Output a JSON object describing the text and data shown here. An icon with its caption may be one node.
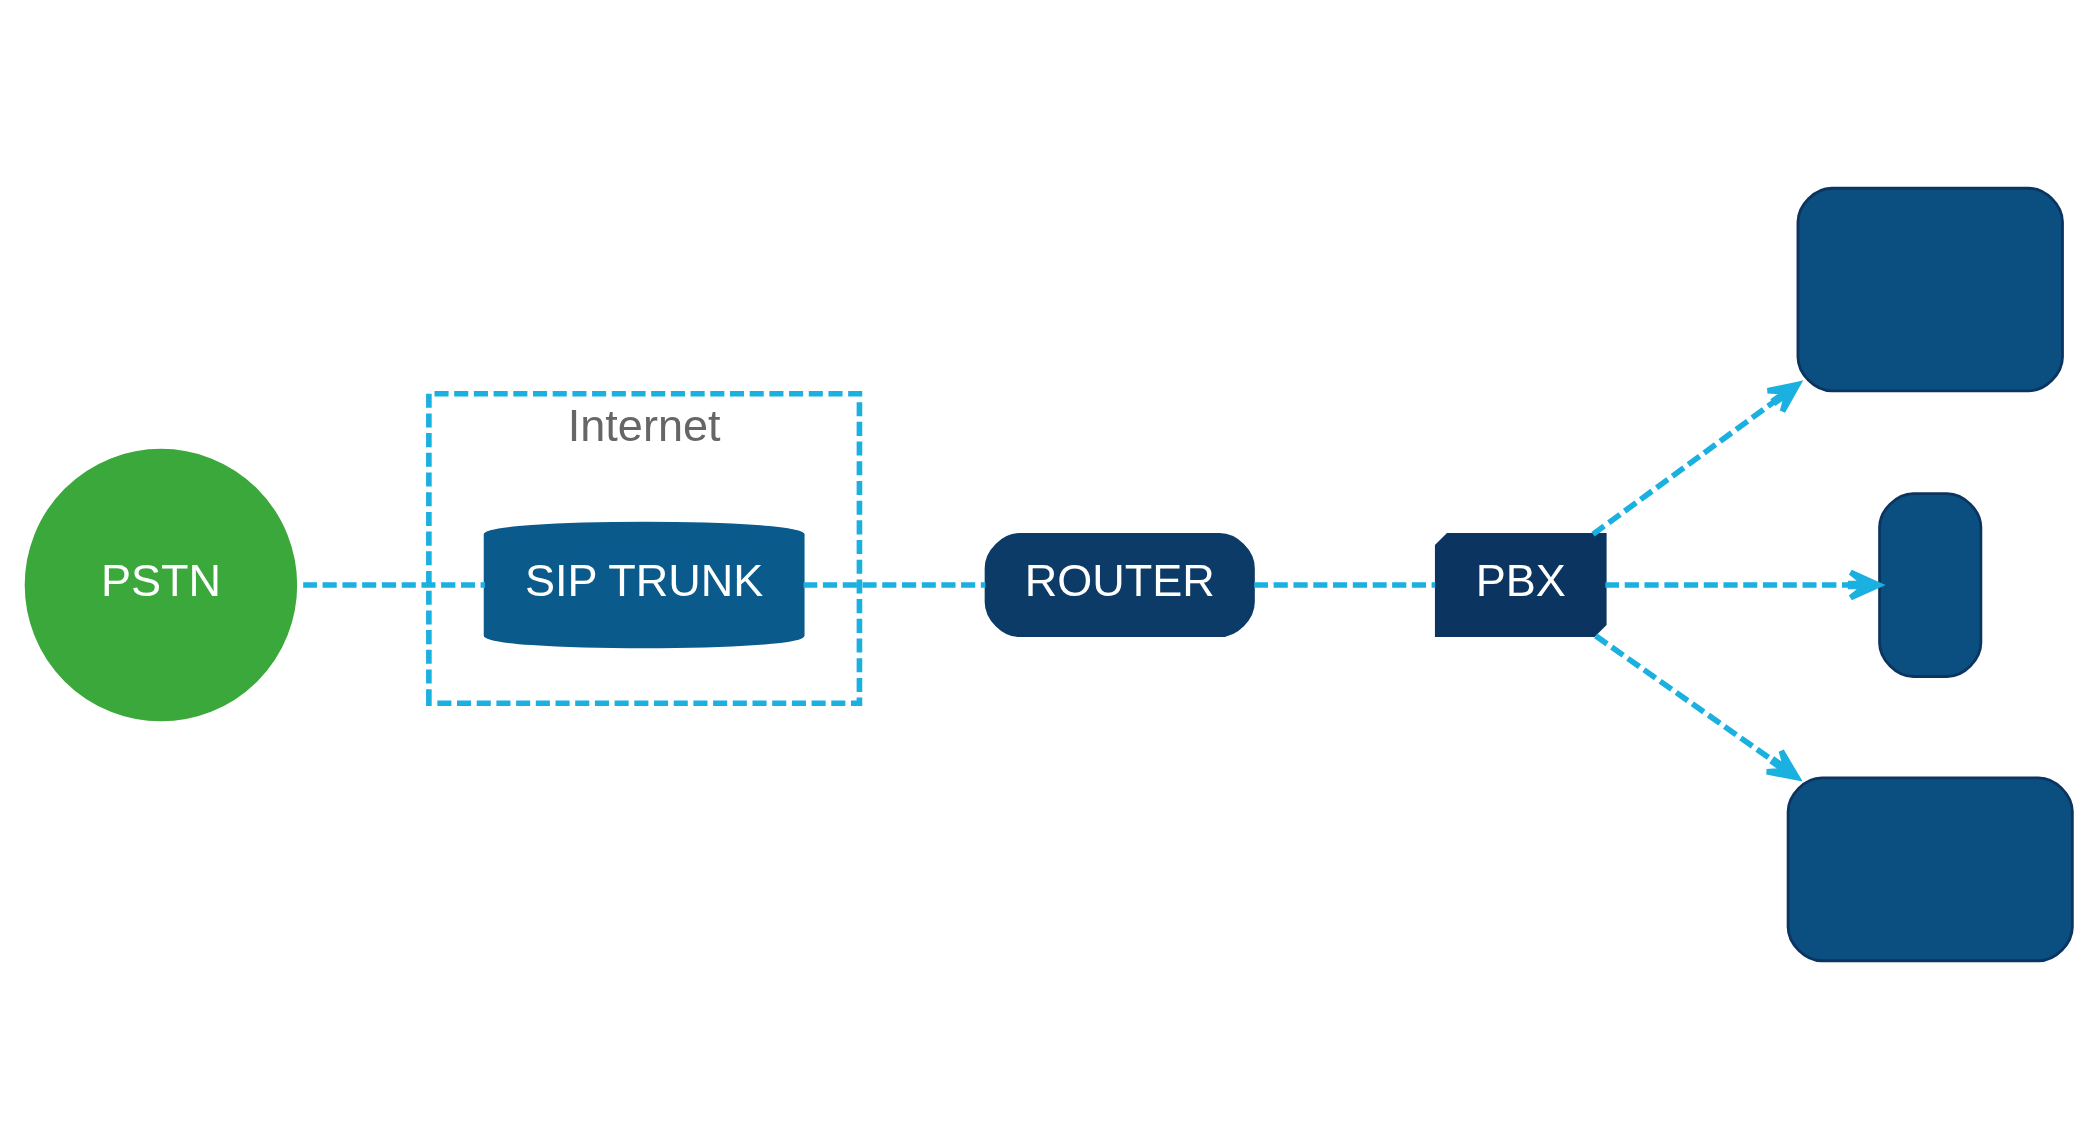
{
  "diagram": {
    "nodes": [
      {
        "text": [
          "PSTN"
        ]
      },
      {
        "text": [
          "Internet"
        ]
      },
      {
        "text": [
          "SIP TRUNK"
        ],
        "in": 1
      },
      {
        "text": [
          "ROUTER"
        ]
      },
      {
        "text": [
          "PBX"
        ]
      },
      {
        "text": [],
        "shape": "telephone"
      },
      {
        "text": [],
        "shape": "smartphone"
      },
      {
        "text": [],
        "shape": "monitor"
      }
    ],
    "edges": [
      {
        "from": 0,
        "to": 2,
        "arrow": "none",
        "style": "dashed"
      },
      {
        "from": 2,
        "to": 3,
        "arrow": "none",
        "style": "dashed"
      },
      {
        "from": 3,
        "to": 4,
        "arrow": "none",
        "style": "dashed"
      },
      {
        "from": 4,
        "to": 5,
        "arrow": "to",
        "style": "dashed"
      },
      {
        "from": 4,
        "to": 6,
        "arrow": "to",
        "style": "dashed"
      },
      {
        "from": 4,
        "to": 7,
        "arrow": "to",
        "style": "dashed"
      }
    ]
  }
}
